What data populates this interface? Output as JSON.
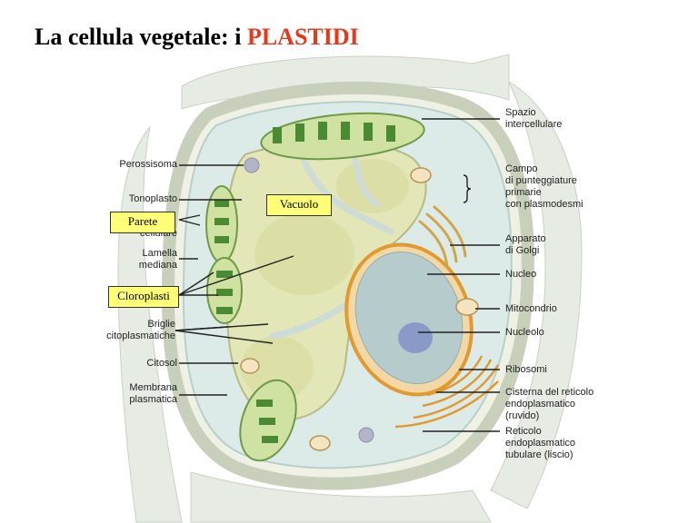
{
  "title": {
    "prefix": "La cellula vegetale: i ",
    "highlight": "PLASTIDI"
  },
  "colors": {
    "highlight": "#e8381a",
    "label_box": "#ffff77",
    "cytosol": "#dcebe8",
    "vacuole": "#e3e6b6",
    "chloroplast": "#4a8a32",
    "nucleus": "#b6cccc",
    "nucleolus": "#8a9ac8",
    "er": "#e09a30"
  },
  "labels_left": {
    "perossisoma": "Perossisoma",
    "tonoplasto": "Tonoplasto",
    "parete_partial": "cellulare",
    "lamella_1": "Lamella",
    "lamella_2": "mediana",
    "briglie_1": "Briglie",
    "briglie_2": "citoplasmatiche",
    "citosol": "Citosol",
    "membrana_1": "Membrana",
    "membrana_2": "plasmatica"
  },
  "labels_right": {
    "spazio_1": "Spazio",
    "spazio_2": "intercellulare",
    "campo_1": "Campo",
    "campo_2": "di punteggiature",
    "campo_3": "primarie",
    "campo_4": "con plasmodesmi",
    "golgi_1": "Apparato",
    "golgi_2": "di Golgi",
    "nucleo": "Nucleo",
    "mitocondrio": "Mitocondrio",
    "nucleolo": "Nucleolo",
    "ribosomi": "Ribosomi",
    "rer_1": "Cisterna del reticolo",
    "rer_2": "endoplasmatico",
    "rer_3": "(ruvido)",
    "ser_1": "Reticolo",
    "ser_2": "endoplasmatico",
    "ser_3": "tubulare (liscio)"
  },
  "boxes": {
    "vacuolo": "Vacuolo",
    "parete": "Parete",
    "cloroplasti": "Cloroplasti"
  }
}
